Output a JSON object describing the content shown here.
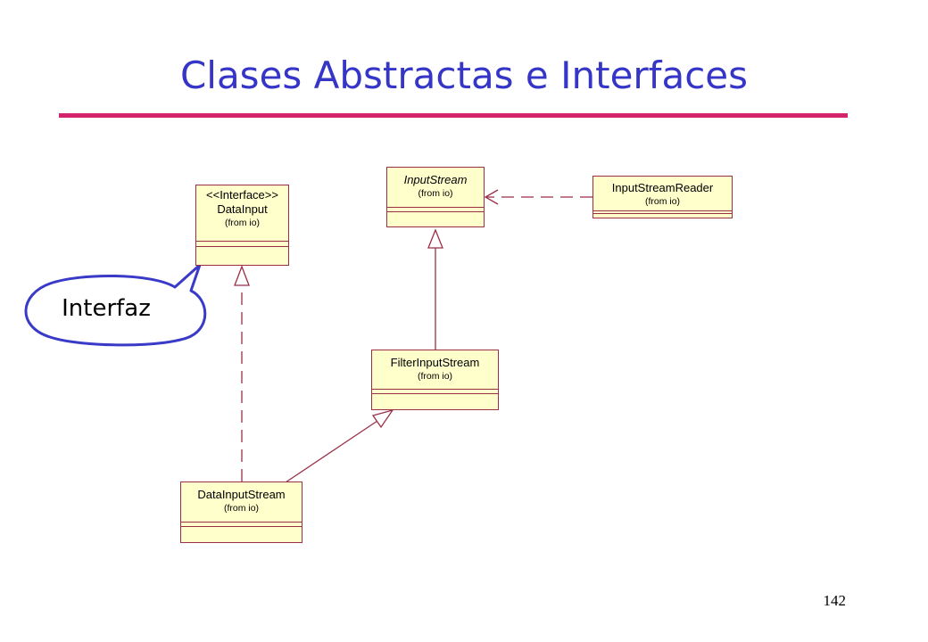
{
  "slide": {
    "title": "Clases Abstractas e Interfaces",
    "page_number": "142"
  },
  "callout": {
    "text": "Interfaz"
  },
  "colors": {
    "title": "#3535c8",
    "rule": "#d4246e",
    "class_fill": "#ffffcc",
    "class_border": "#9a2f46",
    "callout_border": "#3a3ac8"
  },
  "classes": {
    "data_input": {
      "stereotype": "<<Interface>>",
      "name": "DataInput",
      "package": "(from io)"
    },
    "input_stream": {
      "name": "InputStream",
      "package": "(from io)",
      "abstract": true
    },
    "input_stream_reader": {
      "name": "InputStreamReader",
      "package": "(from io)"
    },
    "filter_input_stream": {
      "name": "FilterInputStream",
      "package": "(from io)"
    },
    "data_input_stream": {
      "name": "DataInputStream",
      "package": "(from io)"
    }
  },
  "relationships": [
    {
      "from": "InputStreamReader",
      "to": "InputStream",
      "kind": "dependency"
    },
    {
      "from": "FilterInputStream",
      "to": "InputStream",
      "kind": "generalization"
    },
    {
      "from": "DataInputStream",
      "to": "FilterInputStream",
      "kind": "generalization"
    },
    {
      "from": "DataInputStream",
      "to": "DataInput",
      "kind": "realization"
    }
  ]
}
